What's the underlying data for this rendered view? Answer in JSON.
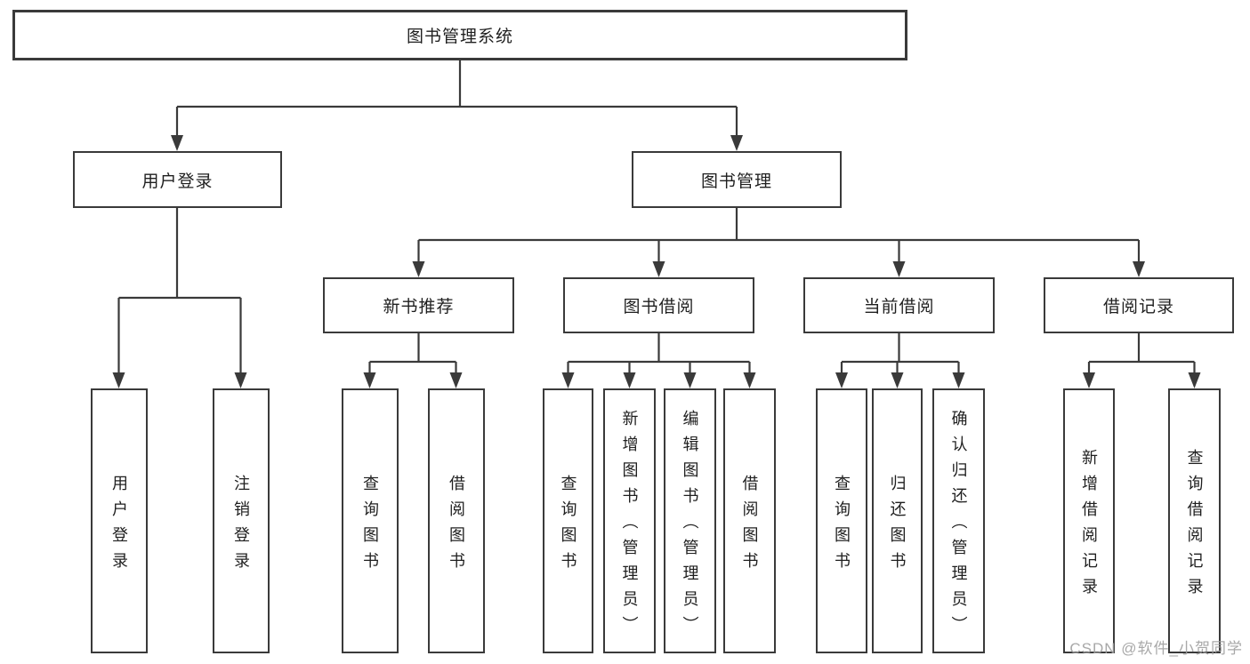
{
  "diagram": {
    "tree": {
      "label": "图书管理系统",
      "children": [
        {
          "label": "用户登录",
          "children": [
            {
              "label": "用户登录"
            },
            {
              "label": "注销登录"
            }
          ]
        },
        {
          "label": "图书管理",
          "children": [
            {
              "label": "新书推荐",
              "children": [
                {
                  "label": "查询图书"
                },
                {
                  "label": "借阅图书"
                }
              ]
            },
            {
              "label": "图书借阅",
              "children": [
                {
                  "label": "查询图书"
                },
                {
                  "label": "新增图书（管理员）"
                },
                {
                  "label": "编辑图书（管理员）"
                },
                {
                  "label": "借阅图书"
                }
              ]
            },
            {
              "label": "当前借阅",
              "children": [
                {
                  "label": "查询图书"
                },
                {
                  "label": "归还图书"
                },
                {
                  "label": "确认归还（管理员）"
                }
              ]
            },
            {
              "label": "借阅记录",
              "children": [
                {
                  "label": "新增借阅记录"
                },
                {
                  "label": "查询借阅记录"
                }
              ]
            }
          ]
        }
      ]
    },
    "watermark": "CSDN @软件_小贺同学",
    "colors": {
      "line": "#3a3a3a",
      "text": "#1f1f1f",
      "background": "#ffffff",
      "watermark": "#9e9e9e"
    }
  }
}
